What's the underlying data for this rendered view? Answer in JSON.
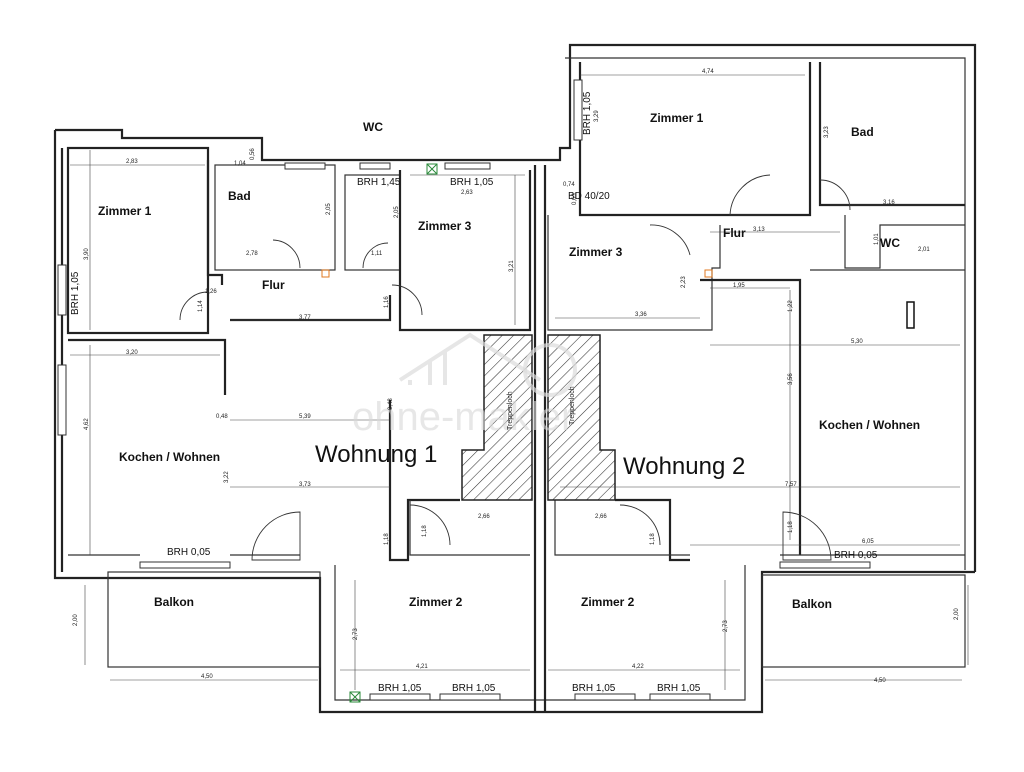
{
  "units": {
    "left": "Wohnung 1",
    "right": "Wohnung 2"
  },
  "watermark": "ohne-makler",
  "rooms": {
    "w1_zimmer1": "Zimmer 1",
    "w1_bad": "Bad",
    "w1_wc": "WC",
    "w1_zimmer3": "Zimmer 3",
    "w1_flur": "Flur",
    "w1_kochen": "Kochen / Wohnen",
    "w1_zimmer2": "Zimmer 2",
    "w1_balkon": "Balkon",
    "w2_zimmer1": "Zimmer 1",
    "w2_bad": "Bad",
    "w2_wc": "WC",
    "w2_flur": "Flur",
    "w2_zimmer3": "Zimmer 3",
    "w2_kochen": "Kochen / Wohnen",
    "w2_zimmer2": "Zimmer 2",
    "w2_balkon": "Balkon"
  },
  "stairs": {
    "left": "Treppenloch",
    "right": "Treppenloch"
  },
  "brh": {
    "w1_zimmer1": "BRH 1,05",
    "wc": "BRH 1,45",
    "w1_zimmer3": "BRH 1,05",
    "w2_zimmer1": "BRH 1,05",
    "w1_kochen": "BRH 0,05",
    "w2_kochen": "BRH 0,05",
    "z2_a": "BRH 1,05",
    "z2_b": "BRH 1,05",
    "z2_c": "BRH 1,05",
    "z2_d": "BRH 1,05",
    "bd": "BD 40/20"
  },
  "dims": {
    "d_283": "2,83",
    "d_390": "3,90",
    "d_104": "1,04",
    "d_56": "0,56",
    "d_205a": "2,05",
    "d_205b": "2,05",
    "d_278": "2,78",
    "d_111": "1,11",
    "d_263": "2,63",
    "d_321": "3,21",
    "d_377": "3,77",
    "d_116": "1,16",
    "d_114": "1,14",
    "d_126": "1,26",
    "d_320": "3,20",
    "d_462": "4,62",
    "d_539": "5,39",
    "d_373": "3,73",
    "d_322": "3,22",
    "d_118a": "1,18",
    "d_118b": "1,18",
    "d_266a": "2,66",
    "d_266b": "2,66",
    "d_273": "2,73",
    "d_421": "4,21",
    "d_422": "4,22",
    "d_273b": "2,73",
    "d_200a": "2,00",
    "d_450a": "4,50",
    "d_474": "4,74",
    "d_329": "3,29",
    "d_323": "3,23",
    "d_316": "3,16",
    "d_313": "3,13",
    "d_201": "2,01",
    "d_101": "1,01",
    "d_223": "2,23",
    "d_336": "3,36",
    "d_195": "1,95",
    "d_122": "1,22",
    "d_530": "5,30",
    "d_356": "3,56",
    "d_757": "7,57",
    "d_605": "6,05",
    "d_118c": "1,18",
    "d_118d": "1,18",
    "d_200b": "2,00",
    "d_450b": "4,50",
    "d_074": "0,74",
    "d_063": "0,63",
    "d_048": "0,48",
    "d_048b": "0,48"
  }
}
